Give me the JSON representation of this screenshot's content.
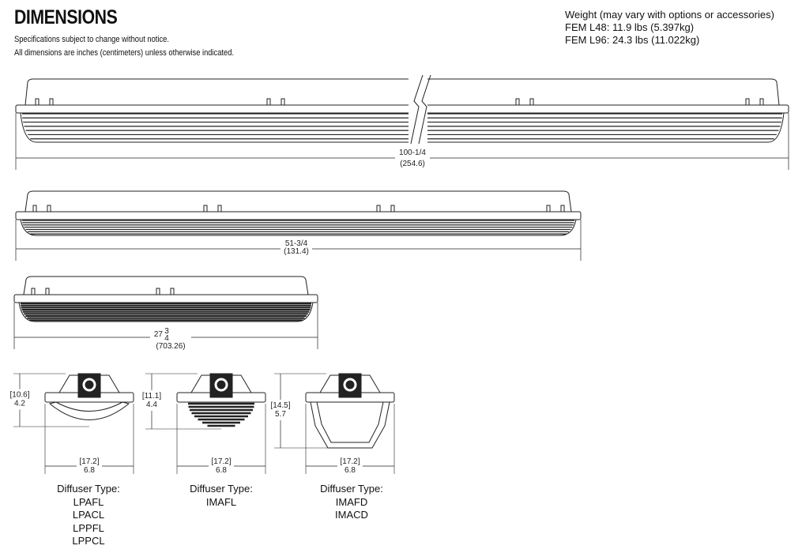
{
  "header": {
    "title": "DIMENSIONS",
    "notes": [
      "Specifications subject to change without notice.",
      "All dimensions are inches (centimeters) unless otherwise indicated."
    ]
  },
  "weight": {
    "heading": "Weight (may vary with options or accessories)",
    "lines": [
      "FEM L48:  11.9 lbs (5.397kg)",
      "FEM L96:  24.3 lbs (11.022kg)"
    ]
  },
  "side_views": [
    {
      "length_in": "100-1/4",
      "length_cm": "(254.6)"
    },
    {
      "length_in": "51-3/4",
      "length_cm": "(131.4)"
    },
    {
      "length_whole": "27",
      "length_num": "3",
      "length_den": "4",
      "length_cm": "(703.26)"
    }
  ],
  "end_views": [
    {
      "height_cm": "[10.6]",
      "height_in": "4.2",
      "width_cm": "[17.2]",
      "width_in": "6.8",
      "label": "Diffuser Type:",
      "types": [
        "LPAFL",
        "LPACL",
        "LPPFL",
        "LPPCL"
      ]
    },
    {
      "height_cm": "[11.1]",
      "height_in": "4.4",
      "width_cm": "[17.2]",
      "width_in": "6.8",
      "label": "Diffuser Type:",
      "types": [
        "IMAFL"
      ]
    },
    {
      "height_cm": "[14.5]",
      "height_in": "5.7",
      "width_cm": "[17.2]",
      "width_in": "6.8",
      "label": "Diffuser Type:",
      "types": [
        "IMAFD",
        "IMACD"
      ]
    }
  ]
}
